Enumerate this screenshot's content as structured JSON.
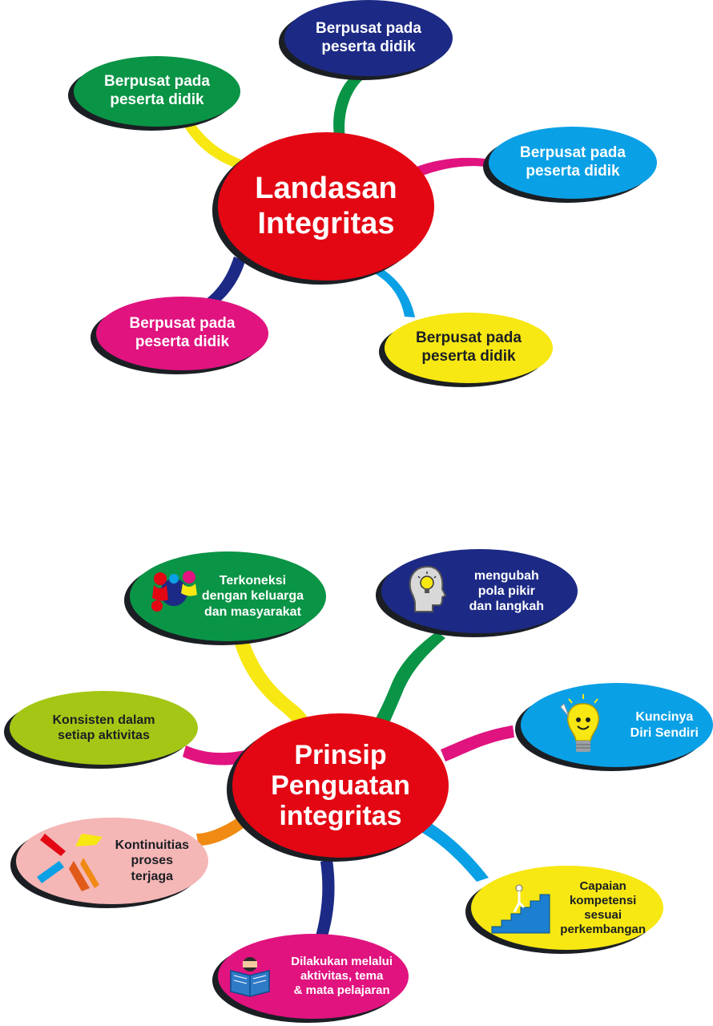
{
  "diagram1": {
    "center": {
      "lines": [
        "Landasan",
        "Integritas"
      ]
    },
    "nodes": [
      {
        "id": "top",
        "lines": [
          "Berpusat pada",
          "peserta didik"
        ]
      },
      {
        "id": "upper-left",
        "lines": [
          "Berpusat pada",
          "peserta didik"
        ]
      },
      {
        "id": "right",
        "lines": [
          "Berpusat pada",
          "peserta didik"
        ]
      },
      {
        "id": "lower-left",
        "lines": [
          "Berpusat pada",
          "peserta didik"
        ]
      },
      {
        "id": "lower-right",
        "lines": [
          "Berpusat pada",
          "peserta didik"
        ]
      }
    ]
  },
  "diagram2": {
    "center": {
      "lines": [
        "Prinsip",
        "Penguatan",
        "integritas"
      ]
    },
    "nodes": [
      {
        "id": "keluarga",
        "lines": [
          "Terkoneksi",
          "dengan keluarga",
          "dan masyarakat"
        ],
        "icon": "people-circle-icon"
      },
      {
        "id": "pola-pikir",
        "lines": [
          "mengubah",
          "pola pikir",
          "dan langkah"
        ],
        "icon": "head-bulb-icon"
      },
      {
        "id": "konsisten",
        "lines": [
          "Konsisten dalam",
          "setiap aktivitas"
        ]
      },
      {
        "id": "kunci",
        "lines": [
          "Kuncinya",
          "Diri Sendiri"
        ],
        "icon": "lightbulb-character-icon"
      },
      {
        "id": "kontinuitas",
        "lines": [
          "Kontinuitias",
          "proses",
          "terjaga"
        ],
        "icon": "hands-icon"
      },
      {
        "id": "capaian",
        "lines": [
          "Capaian",
          "kompetensi",
          "sesuai",
          "perkembangan"
        ],
        "icon": "stairs-climber-icon"
      },
      {
        "id": "aktivitas",
        "lines": [
          "Dilakukan melalui",
          "aktivitas, tema",
          "& mata pelajaran"
        ],
        "icon": "reader-book-icon"
      }
    ]
  },
  "colors": {
    "red": "#e30613",
    "green": "#0a9446",
    "navy": "#1c2a85",
    "sky": "#0aa0e6",
    "magenta": "#e0137f",
    "yellow": "#f7e712",
    "lime": "#a4c715",
    "pink": "#f5b6b6",
    "orange": "#f08a13"
  }
}
